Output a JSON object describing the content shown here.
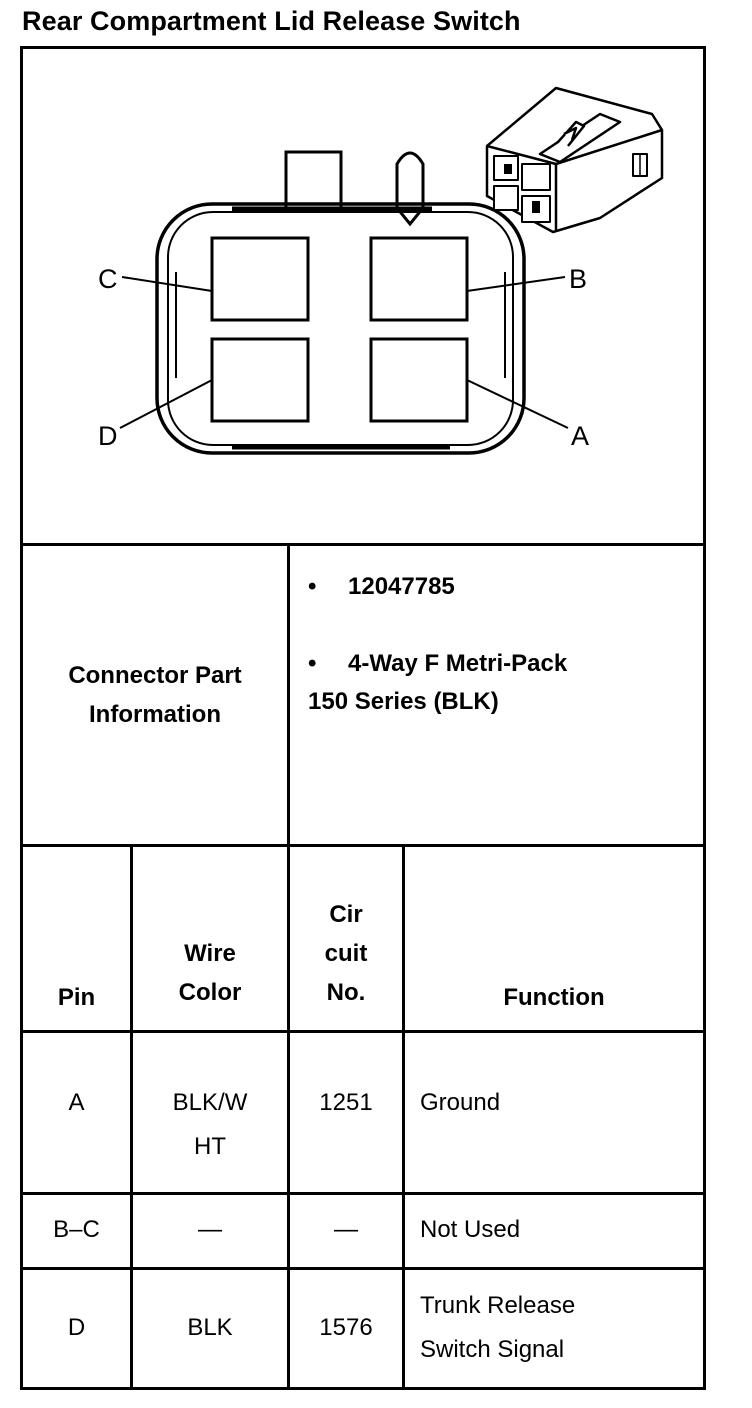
{
  "title": "Rear Compartment Lid Release Switch",
  "diagram": {
    "cavity_labels": {
      "a": "A",
      "b": "B",
      "c": "C",
      "d": "D"
    }
  },
  "connector_info": {
    "label_line1": "Connector Part",
    "label_line2": "Information",
    "bullet_symbol": "•",
    "part_number": "12047785",
    "description_line1": "4-Way F Metri-Pack",
    "description_line2": "150 Series (BLK)"
  },
  "table": {
    "headers": {
      "pin": "Pin",
      "wire_color_line1": "Wire",
      "wire_color_line2": "Color",
      "circuit_line1": "Cir",
      "circuit_line2": "cuit",
      "circuit_line3": "No.",
      "function": "Function"
    },
    "rows": [
      {
        "pin": "A",
        "wire_line1": "BLK/W",
        "wire_line2": "HT",
        "circuit": "1251",
        "function_line1": "Ground",
        "function_line2": ""
      },
      {
        "pin": "B–C",
        "wire_line1": "—",
        "wire_line2": "",
        "circuit": "—",
        "function_line1": "Not Used",
        "function_line2": ""
      },
      {
        "pin": "D",
        "wire_line1": "BLK",
        "wire_line2": "",
        "circuit": "1576",
        "function_line1": "Trunk Release",
        "function_line2": "Switch Signal"
      }
    ]
  }
}
